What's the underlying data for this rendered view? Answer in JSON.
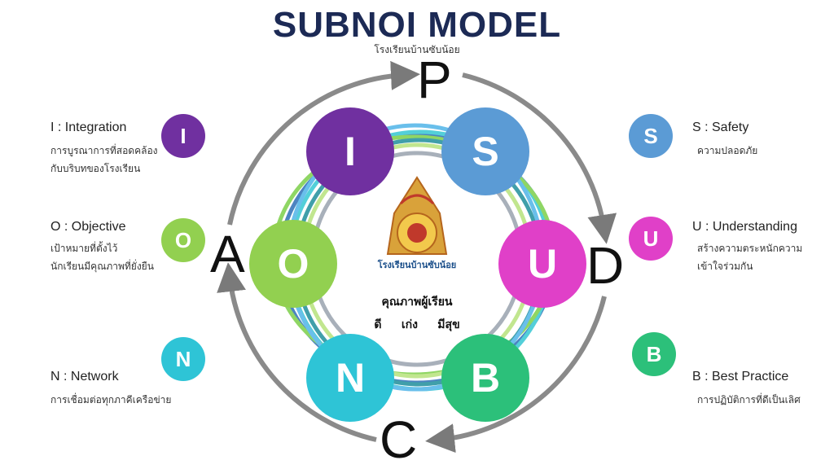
{
  "title": "SUBNOI MODEL",
  "subtitle": "โรงเรียนบ้านซับน้อย",
  "cycle": {
    "p": "P",
    "d": "D",
    "c": "C",
    "a": "A"
  },
  "center": {
    "logo_text": "โรงเรียนบ้านซับน้อย",
    "line1": "คุณภาพผู้เรียน",
    "line2": "ดี     เก่ง     มีสุข"
  },
  "elements": [
    {
      "letter": "I",
      "label": "I : Integration",
      "desc": [
        "การบูรณาการที่สอดคล้อง",
        "กับบริบทของโรงเรียน"
      ],
      "color": "#7030a0"
    },
    {
      "letter": "O",
      "label": "O : Objective",
      "desc": [
        "เป้าหมายที่ตั้งไว้",
        "นักเรียนมีคุณภาพที่ยั่งยืน"
      ],
      "color": "#92d050"
    },
    {
      "letter": "N",
      "label": "N : Network",
      "desc": [
        "การเชื่อมต่อทุกภาคีเครือข่าย"
      ],
      "color": "#2ec4d6"
    },
    {
      "letter": "S",
      "label": "S : Safety",
      "desc": [
        "ความปลอดภัย"
      ],
      "color": "#5b9bd5"
    },
    {
      "letter": "U",
      "label": "U : Understanding",
      "desc": [
        "สร้างความตระหนักความ",
        "เข้าใจร่วมกัน"
      ],
      "color": "#e040c8"
    },
    {
      "letter": "B",
      "label": "B : Best Practice",
      "desc": [
        "การปฏิบัติการที่ดีเป็นเลิศ"
      ],
      "color": "#2cc07a"
    }
  ]
}
